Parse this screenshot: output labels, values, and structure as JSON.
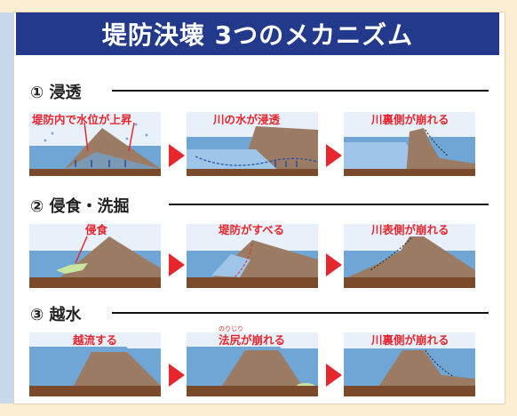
{
  "title": "堤防決壊 3つのメカニズム",
  "colors": {
    "header_bg": "#233a8c",
    "red": "#e8262d",
    "levee": "#9b7b63",
    "water": "#6fa6d6",
    "ground": "#7a4a2a",
    "sky": "#e8f1fa"
  },
  "sections": [
    {
      "heading": "① 浸透",
      "panels": [
        {
          "label": "堤防内で水位が上昇"
        },
        {
          "label": "川の水が浸透"
        },
        {
          "label": "川裏側が崩れる"
        }
      ]
    },
    {
      "heading": "② 侵食・洗掘",
      "panels": [
        {
          "label": "侵食"
        },
        {
          "label": "堤防がすべる"
        },
        {
          "label": "川表側が崩れる"
        }
      ]
    },
    {
      "heading": "③ 越水",
      "panels": [
        {
          "label": "越流する"
        },
        {
          "label": "法尻が崩れる",
          "ruby": "のりじり"
        },
        {
          "label": "川裏側が崩れる"
        }
      ]
    }
  ]
}
